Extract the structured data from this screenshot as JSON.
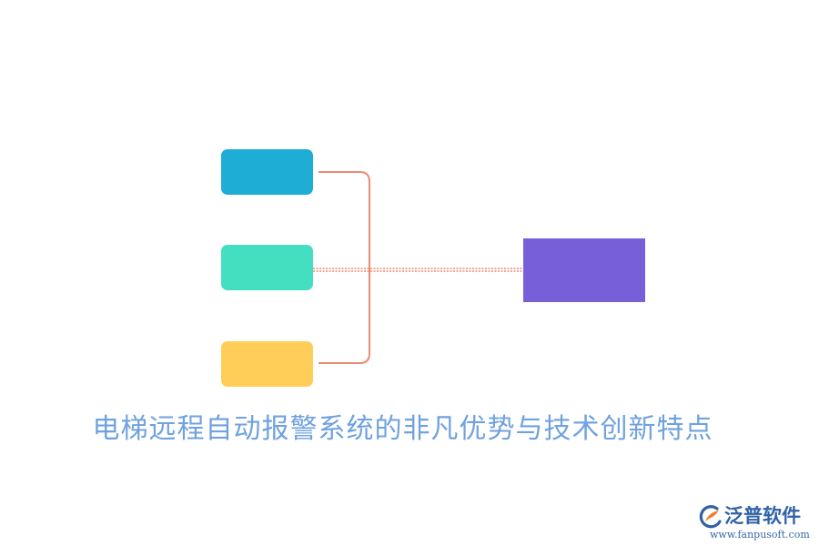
{
  "title": "电梯远程自动报警系统的非凡优势与技术创新特点",
  "colors": {
    "node_blue": "#1eadd4",
    "node_teal": "#43dfc0",
    "node_yellow": "#ffce58",
    "node_purple": "#765fd9",
    "connector": "#ec8a74",
    "title_text": "#6fa2df",
    "watermark_brand": "#2f62a6",
    "watermark_accent": "#f07d2a",
    "watermark_domain": "#3a67a8"
  },
  "diagram": {
    "left_nodes": [
      {
        "id": "blue",
        "label": ""
      },
      {
        "id": "teal",
        "label": ""
      },
      {
        "id": "yellow",
        "label": ""
      }
    ],
    "right_node": {
      "id": "purple",
      "label": ""
    }
  },
  "watermark": {
    "brand": "泛普软件",
    "domain": "www.fanpusoft.com",
    "icon": "fanpu-logo-icon"
  }
}
